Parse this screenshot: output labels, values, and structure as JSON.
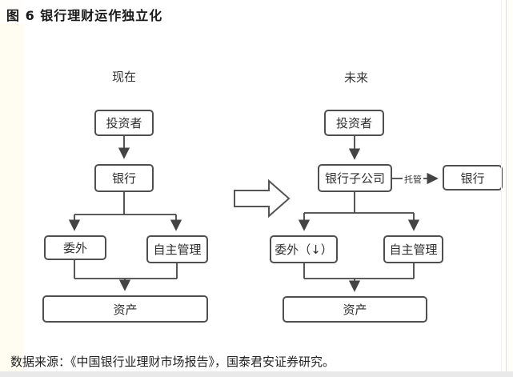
{
  "title": "图 6 银行理财运作独立化",
  "diagram": {
    "now": {
      "label": "现在",
      "nodes": {
        "investor": "投资者",
        "bank": "银行",
        "outsourcing": "委外",
        "self_management": "自主管理",
        "assets": "资产"
      }
    },
    "future": {
      "label": "未来",
      "nodes": {
        "investor": "投资者",
        "bank_subsidiary": "银行子公司",
        "bank": "银行",
        "outsourcing": "委外（↓）",
        "self_management": "自主管理",
        "assets": "资产"
      },
      "custody_label": "托管"
    }
  },
  "footer": {
    "source": "数据来源：《中国银行业理财市场报告》，国泰君安证券研究。"
  },
  "colors": {
    "box_border": "#4f4f4f",
    "connector": "#444444",
    "text": "#2f2f2f",
    "background": "#ffffff",
    "bottom_bar": "#e9e9e9"
  }
}
